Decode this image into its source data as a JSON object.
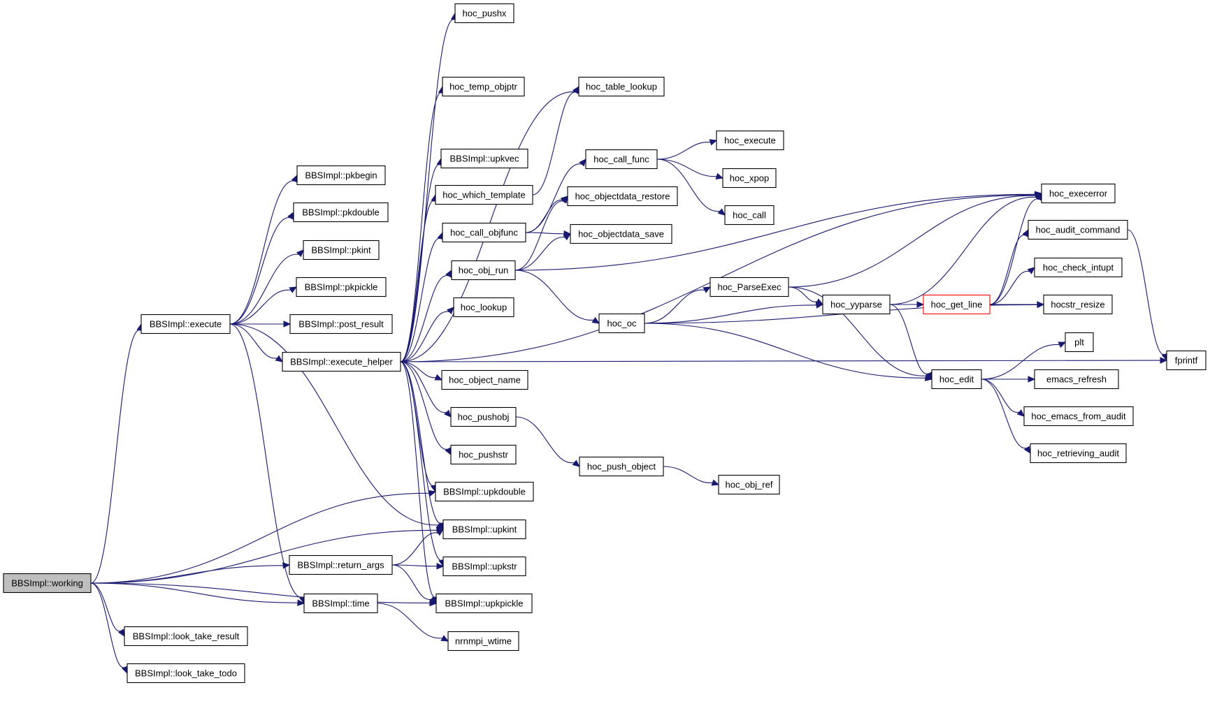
{
  "graph": {
    "edge_color": "#191970",
    "root_fill": "#bfbfbf",
    "highlight_border": "#ff0000",
    "nodes": [
      {
        "id": "working",
        "label": "BBSImpl::working",
        "style": "root"
      },
      {
        "id": "execute",
        "label": "BBSImpl::execute"
      },
      {
        "id": "pkbegin",
        "label": "BBSImpl::pkbegin"
      },
      {
        "id": "pkdouble",
        "label": "BBSImpl::pkdouble"
      },
      {
        "id": "pkint",
        "label": "BBSImpl::pkint"
      },
      {
        "id": "pkpickle",
        "label": "BBSImpl::pkpickle"
      },
      {
        "id": "post_result",
        "label": "BBSImpl::post_result"
      },
      {
        "id": "execute_helper",
        "label": "BBSImpl::execute_helper"
      },
      {
        "id": "return_args",
        "label": "BBSImpl::return_args"
      },
      {
        "id": "time",
        "label": "BBSImpl::time"
      },
      {
        "id": "look_take_result",
        "label": "BBSImpl::look_take_result"
      },
      {
        "id": "look_take_todo",
        "label": "BBSImpl::look_take_todo"
      },
      {
        "id": "hoc_pushx",
        "label": "hoc_pushx"
      },
      {
        "id": "hoc_temp_objptr",
        "label": "hoc_temp_objptr"
      },
      {
        "id": "upkvec",
        "label": "BBSImpl::upkvec"
      },
      {
        "id": "hoc_which_template",
        "label": "hoc_which_template"
      },
      {
        "id": "hoc_call_objfunc",
        "label": "hoc_call_objfunc"
      },
      {
        "id": "hoc_obj_run",
        "label": "hoc_obj_run"
      },
      {
        "id": "hoc_lookup",
        "label": "hoc_lookup"
      },
      {
        "id": "hoc_object_name",
        "label": "hoc_object_name"
      },
      {
        "id": "hoc_pushobj",
        "label": "hoc_pushobj"
      },
      {
        "id": "hoc_pushstr",
        "label": "hoc_pushstr"
      },
      {
        "id": "upkdouble",
        "label": "BBSImpl::upkdouble"
      },
      {
        "id": "upkint",
        "label": "BBSImpl::upkint"
      },
      {
        "id": "upkstr",
        "label": "BBSImpl::upkstr"
      },
      {
        "id": "upkpickle",
        "label": "BBSImpl::upkpickle"
      },
      {
        "id": "nrnmpi_wtime",
        "label": "nrnmpi_wtime"
      },
      {
        "id": "hoc_table_lookup",
        "label": "hoc_table_lookup"
      },
      {
        "id": "hoc_call_func",
        "label": "hoc_call_func"
      },
      {
        "id": "hoc_objectdata_restore",
        "label": "hoc_objectdata_restore"
      },
      {
        "id": "hoc_objectdata_save",
        "label": "hoc_objectdata_save"
      },
      {
        "id": "hoc_oc",
        "label": "hoc_oc"
      },
      {
        "id": "hoc_push_object",
        "label": "hoc_push_object"
      },
      {
        "id": "hoc_execute",
        "label": "hoc_execute"
      },
      {
        "id": "hoc_xpop",
        "label": "hoc_xpop"
      },
      {
        "id": "hoc_call",
        "label": "hoc_call"
      },
      {
        "id": "hoc_ParseExec",
        "label": "hoc_ParseExec"
      },
      {
        "id": "hoc_yyparse",
        "label": "hoc_yyparse"
      },
      {
        "id": "hoc_get_line",
        "label": "hoc_get_line",
        "style": "highlight"
      },
      {
        "id": "hoc_edit",
        "label": "hoc_edit"
      },
      {
        "id": "hoc_obj_ref",
        "label": "hoc_obj_ref"
      },
      {
        "id": "hoc_execerror",
        "label": "hoc_execerror"
      },
      {
        "id": "hoc_audit_command",
        "label": "hoc_audit_command"
      },
      {
        "id": "hoc_check_intupt",
        "label": "hoc_check_intupt"
      },
      {
        "id": "hocstr_resize",
        "label": "hocstr_resize"
      },
      {
        "id": "plt",
        "label": "plt"
      },
      {
        "id": "emacs_refresh",
        "label": "emacs_refresh"
      },
      {
        "id": "hoc_emacs_from_audit",
        "label": "hoc_emacs_from_audit"
      },
      {
        "id": "hoc_retrieving_audit",
        "label": "hoc_retrieving_audit"
      },
      {
        "id": "fprintf",
        "label": "fprintf"
      }
    ],
    "edges": [
      [
        "working",
        "execute"
      ],
      [
        "working",
        "upkdouble"
      ],
      [
        "working",
        "upkint"
      ],
      [
        "working",
        "return_args"
      ],
      [
        "working",
        "time"
      ],
      [
        "working",
        "look_take_result"
      ],
      [
        "working",
        "look_take_todo"
      ],
      [
        "working",
        "upkpickle"
      ],
      [
        "execute",
        "pkbegin"
      ],
      [
        "execute",
        "pkdouble"
      ],
      [
        "execute",
        "pkint"
      ],
      [
        "execute",
        "pkpickle"
      ],
      [
        "execute",
        "post_result"
      ],
      [
        "execute",
        "execute_helper"
      ],
      [
        "execute",
        "upkint"
      ],
      [
        "execute",
        "time"
      ],
      [
        "execute_helper",
        "hoc_pushx"
      ],
      [
        "execute_helper",
        "hoc_temp_objptr"
      ],
      [
        "execute_helper",
        "upkvec"
      ],
      [
        "execute_helper",
        "hoc_which_template"
      ],
      [
        "execute_helper",
        "hoc_call_objfunc"
      ],
      [
        "execute_helper",
        "hoc_obj_run"
      ],
      [
        "execute_helper",
        "hoc_lookup"
      ],
      [
        "execute_helper",
        "hoc_object_name"
      ],
      [
        "execute_helper",
        "hoc_pushobj"
      ],
      [
        "execute_helper",
        "hoc_pushstr"
      ],
      [
        "execute_helper",
        "upkdouble"
      ],
      [
        "execute_helper",
        "upkint"
      ],
      [
        "execute_helper",
        "upkstr"
      ],
      [
        "execute_helper",
        "upkpickle"
      ],
      [
        "execute_helper",
        "hoc_table_lookup"
      ],
      [
        "execute_helper",
        "hoc_execerror"
      ],
      [
        "execute_helper",
        "fprintf"
      ],
      [
        "return_args",
        "upkint"
      ],
      [
        "return_args",
        "upkstr"
      ],
      [
        "return_args",
        "upkpickle"
      ],
      [
        "time",
        "nrnmpi_wtime"
      ],
      [
        "hoc_which_template",
        "hoc_table_lookup"
      ],
      [
        "hoc_call_objfunc",
        "hoc_call_func"
      ],
      [
        "hoc_call_objfunc",
        "hoc_objectdata_restore"
      ],
      [
        "hoc_call_objfunc",
        "hoc_objectdata_save"
      ],
      [
        "hoc_obj_run",
        "hoc_objectdata_restore"
      ],
      [
        "hoc_obj_run",
        "hoc_objectdata_save"
      ],
      [
        "hoc_obj_run",
        "hoc_execerror"
      ],
      [
        "hoc_obj_run",
        "hoc_oc"
      ],
      [
        "hoc_pushobj",
        "hoc_push_object"
      ],
      [
        "hoc_push_object",
        "hoc_obj_ref"
      ],
      [
        "hoc_call_func",
        "hoc_execute"
      ],
      [
        "hoc_call_func",
        "hoc_xpop"
      ],
      [
        "hoc_call_func",
        "hoc_call"
      ],
      [
        "hoc_oc",
        "hoc_ParseExec"
      ],
      [
        "hoc_oc",
        "hoc_yyparse"
      ],
      [
        "hoc_oc",
        "hocstr_resize"
      ],
      [
        "hoc_oc",
        "hoc_edit"
      ],
      [
        "hoc_ParseExec",
        "hoc_yyparse"
      ],
      [
        "hoc_ParseExec",
        "hoc_edit"
      ],
      [
        "hoc_ParseExec",
        "hoc_execerror"
      ],
      [
        "hoc_yyparse",
        "hoc_get_line"
      ],
      [
        "hoc_yyparse",
        "hoc_edit"
      ],
      [
        "hoc_yyparse",
        "hoc_execerror"
      ],
      [
        "hoc_get_line",
        "hoc_execerror"
      ],
      [
        "hoc_get_line",
        "hoc_audit_command"
      ],
      [
        "hoc_get_line",
        "hoc_check_intupt"
      ],
      [
        "hoc_get_line",
        "hocstr_resize"
      ],
      [
        "hoc_edit",
        "plt"
      ],
      [
        "hoc_edit",
        "emacs_refresh"
      ],
      [
        "hoc_edit",
        "hoc_emacs_from_audit"
      ],
      [
        "hoc_edit",
        "hoc_retrieving_audit"
      ],
      [
        "hoc_audit_command",
        "fprintf"
      ]
    ]
  }
}
